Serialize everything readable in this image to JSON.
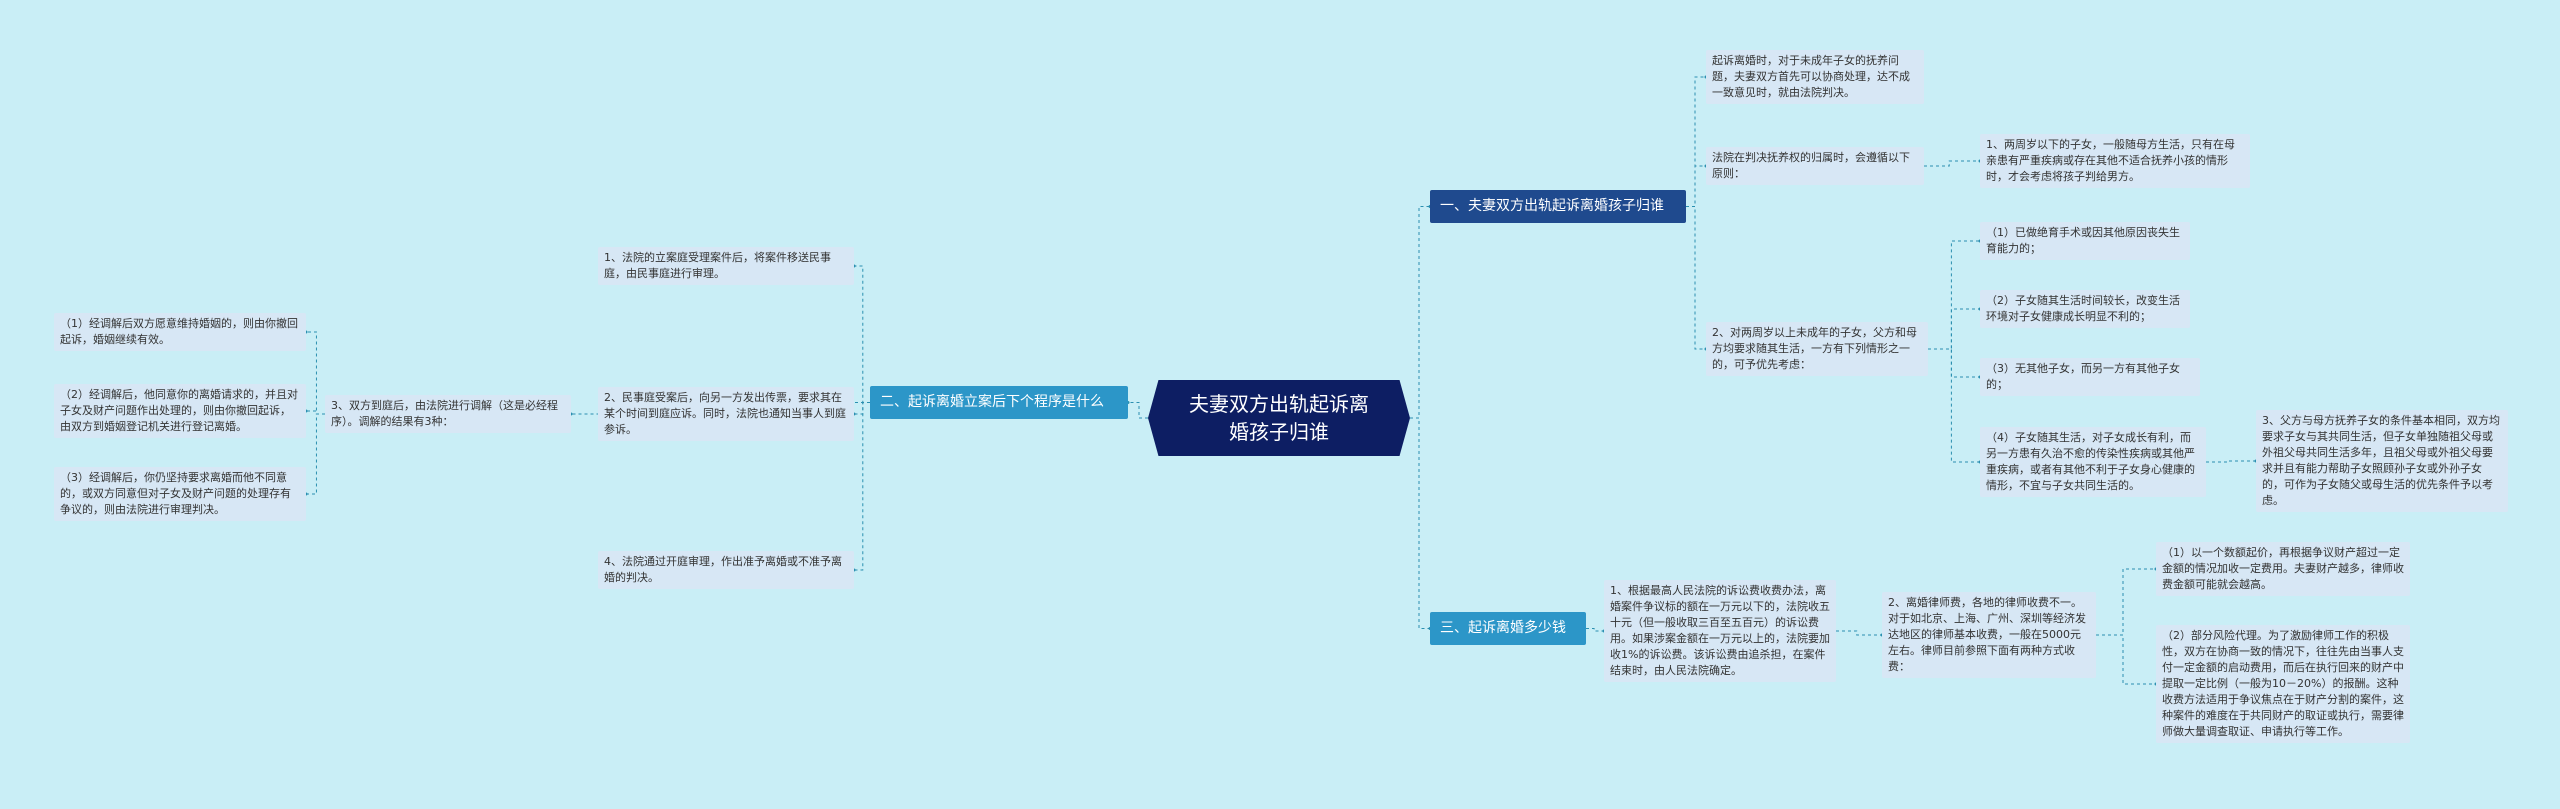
{
  "root": {
    "title": "夫妻双方出轨起诉离婚孩子归谁"
  },
  "branch1": {
    "title": "一、夫妻双方出轨起诉离婚孩子归谁",
    "intro": "起诉离婚时，对于未成年子女的抚养问题，夫妻双方首先可以协商处理，达不成一致意见时，就由法院判决。",
    "principle": "法院在判决抚养权的归属时，会遵循以下原则：",
    "principle_child": "1、两周岁以下的子女，一般随母方生活，只有在母亲患有严重疾病或存在其他不适合抚养小孩的情形时，才会考虑将孩子判给男方。",
    "over2": "2、对两周岁以上未成年的子女，父方和母方均要求随其生活，一方有下列情形之一的，可予优先考虑：",
    "cases": [
      "（1）已做绝育手术或因其他原因丧失生育能力的；",
      "（2）子女随其生活时间较长，改变生活环境对子女健康成长明显不利的；",
      "（3）无其他子女，而另一方有其他子女的；",
      "（4）子女随其生活，对子女成长有利，而另一方患有久治不愈的传染性疾病或其他严重疾病，或者有其他不利于子女身心健康的情形，不宜与子女共同生活的。"
    ],
    "case3_child": "3、父方与母方抚养子女的条件基本相同，双方均要求子女与其共同生活，但子女单独随祖父母或外祖父母共同生活多年，且祖父母或外祖父母要求并且有能力帮助子女照顾孙子女或外孙子女的，可作为子女随父或母生活的优先条件予以考虑。"
  },
  "branch2": {
    "title": "二、起诉离婚立案后下个程序是什么",
    "items": [
      "1、法院的立案庭受理案件后，将案件移送民事庭，由民事庭进行审理。",
      "2、民事庭受案后，向另一方发出传票，要求其在某个时间到庭应诉。同时，法院也通知当事人到庭参诉。",
      "3、双方到庭后，由法院进行调解（这是必经程序）。调解的结果有3种：",
      "4、法院通过开庭审理，作出准予离婚或不准予离婚的判决。"
    ],
    "mediation": [
      "（1）经调解后双方愿意维持婚姻的，则由你撤回起诉，婚姻继续有效。",
      "（2）经调解后，他同意你的离婚请求的，并且对子女及财产问题作出处理的，则由你撤回起诉，由双方到婚姻登记机关进行登记离婚。",
      "（3）经调解后，你仍坚持要求离婚而他不同意的，或双方同意但对子女及财产问题的处理存有争议的，则由法院进行审理判决。"
    ]
  },
  "branch3": {
    "title": "三、起诉离婚多少钱",
    "fee": "1、根据最高人民法院的诉讼费收费办法，离婚案件争议标的额在一万元以下的，法院收五十元（但一般收取三百至五百元）的诉讼费用。如果涉案金额在一万元以上的，法院要加收1%的诉讼费。该诉讼费由追杀担，在案件结束时，由人民法院确定。",
    "lawyer": "2、离婚律师费，各地的律师收费不一。对于如北京、上海、广州、深圳等经济发达地区的律师基本收费，一般在5000元左右。律师目前参照下面有两种方式收费：",
    "methods": [
      "（1）以一个数额起价，再根据争议财产超过一定金额的情况加收一定费用。夫妻财产越多，律师收费金额可能就会越高。",
      "（2）部分风险代理。为了激励律师工作的积极性，双方在协商一致的情况下，往往先由当事人支付一定金额的启动费用，而后在执行回来的财产中提取一定比例（一般为10－20%）的报酬。这种收费方法适用于争议焦点在于财产分割的案件，这种案件的难度在于共同财产的取证或执行，需要律师做大量调查取证、申请执行等工作。"
    ]
  },
  "colors": {
    "background": "#c9eef6",
    "root": "#0d1e63",
    "branch_dark": "#1f4a8e",
    "branch_light": "#2c96c8",
    "leaf": "#d7e7f5",
    "connector": "#2a8fb0"
  }
}
